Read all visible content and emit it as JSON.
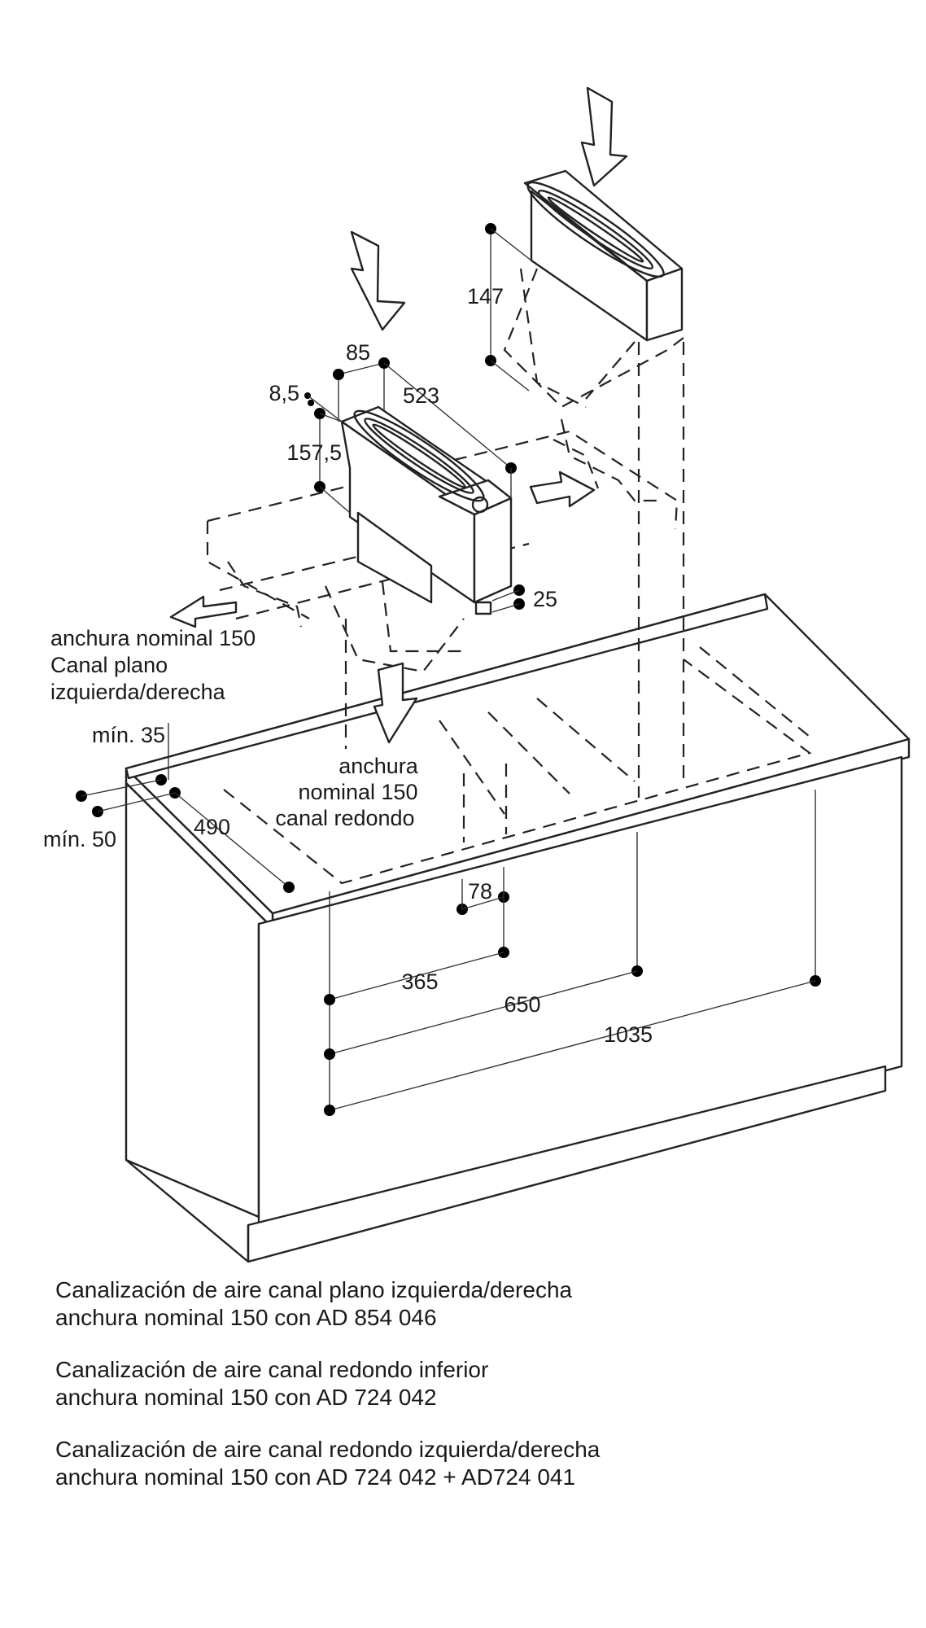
{
  "dimensions": {
    "d85": "85",
    "d8_5": "8,5",
    "d523": "523",
    "d157_5": "157,5",
    "d147": "147",
    "d25": "25",
    "d35": "mín. 35",
    "d50": "mín. 50",
    "d490": "490",
    "d78": "78",
    "d365": "365",
    "d650": "650",
    "d1035": "1035"
  },
  "labels": {
    "flat_line1": "anchura nominal 150",
    "flat_line2": "Canal plano",
    "flat_line3": "izquierda/derecha",
    "round_line1": "anchura",
    "round_line2": "nominal 150",
    "round_line3": "canal redondo"
  },
  "captions": [
    {
      "line1": "Canalización de aire canal plano izquierda/derecha",
      "line2": "anchura nominal 150 con AD 854 046"
    },
    {
      "line1": "Canalización de aire canal redondo inferior",
      "line2": "anchura nominal 150 con AD 724 042"
    },
    {
      "line1": "Canalización de aire canal redondo izquierda/derecha",
      "line2": "anchura nominal 150 con AD 724 042 + AD724 041"
    }
  ]
}
